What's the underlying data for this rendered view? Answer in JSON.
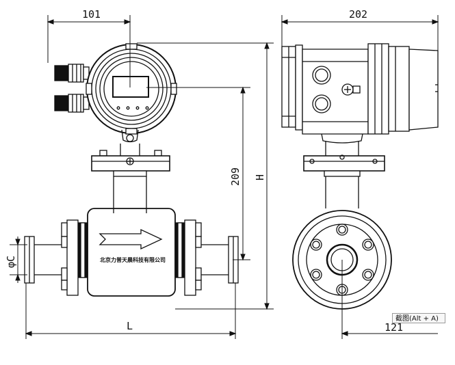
{
  "dimensions": {
    "front_width": "101",
    "side_width": "202",
    "height_short": "209",
    "height_total": "H",
    "length": "L",
    "pipe_diameter": "φC",
    "side_lower": "121"
  },
  "nameplate_text": "北京力普天晨科技有限公司",
  "tooltip": "截图(Alt + A)"
}
